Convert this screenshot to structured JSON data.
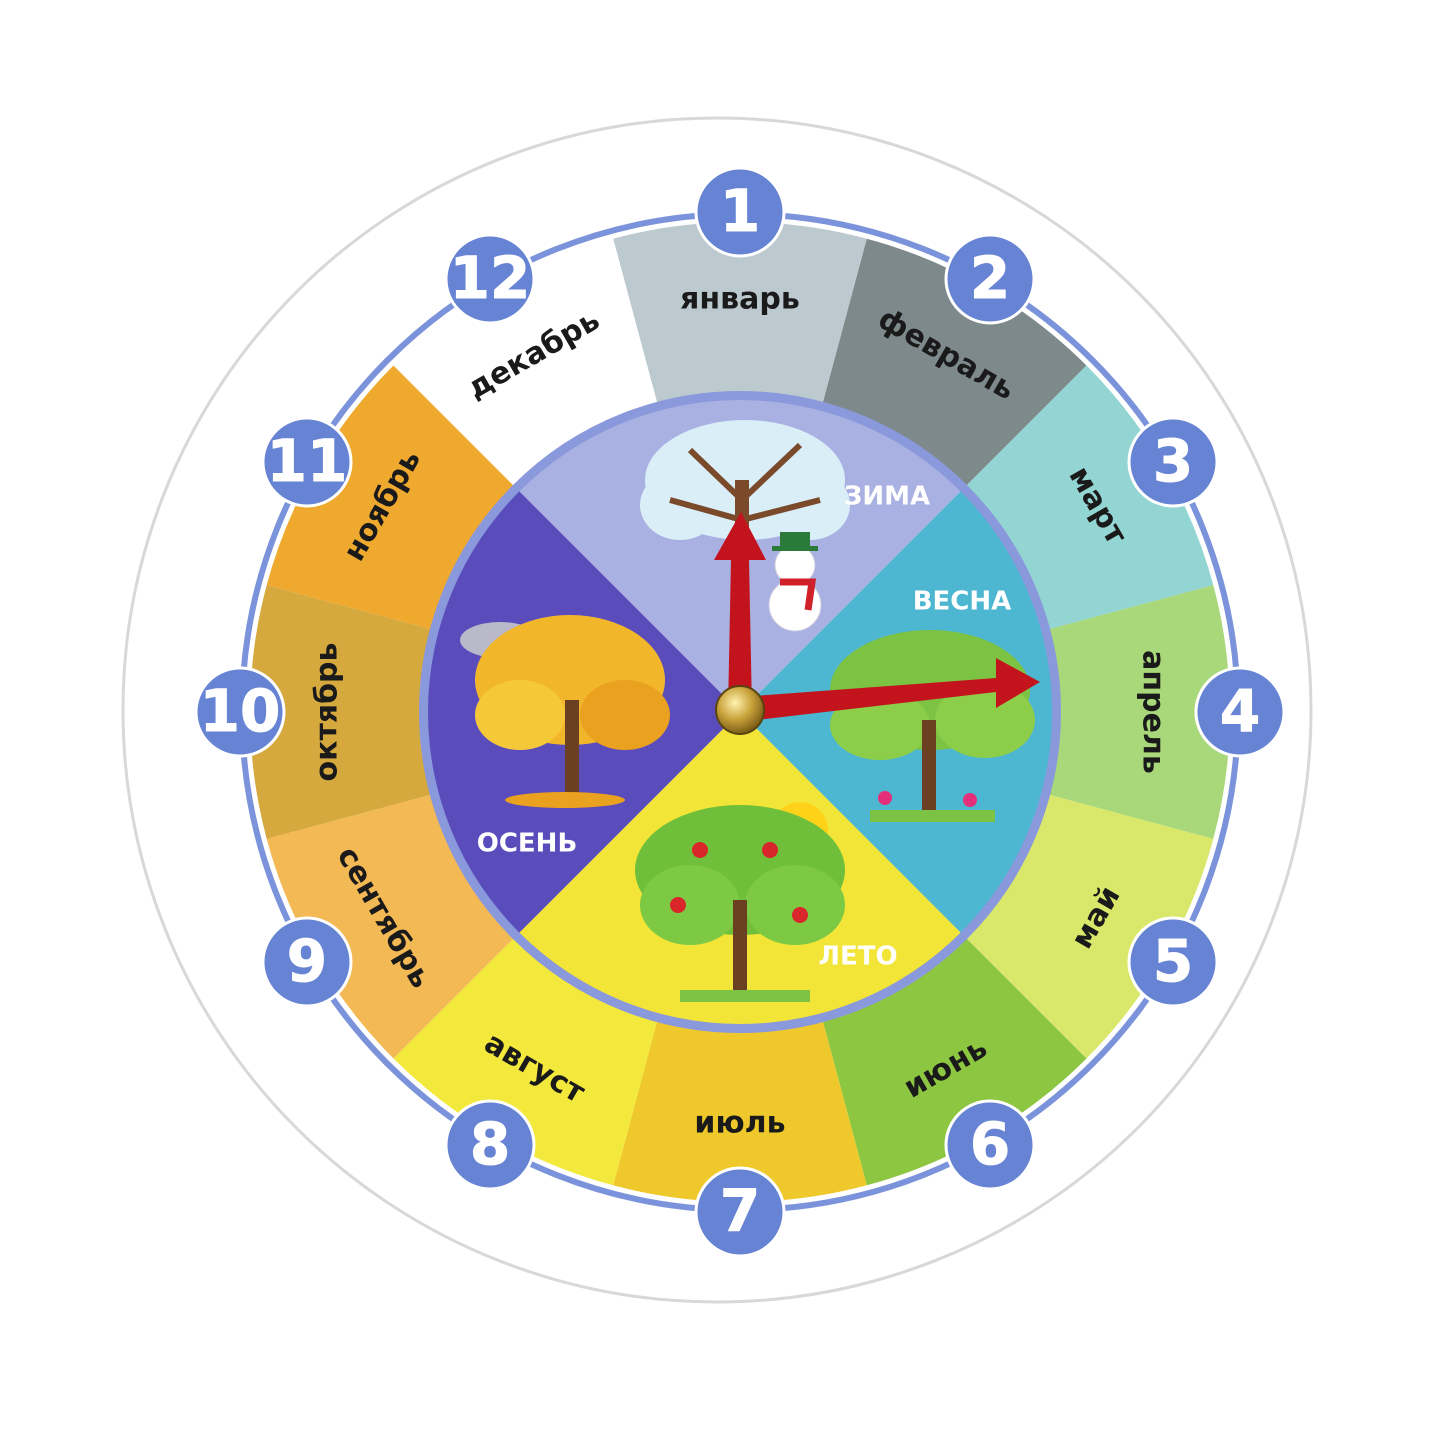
{
  "months": [
    {
      "label": "январь",
      "color": "#bccacf"
    },
    {
      "label": "февраль",
      "color": "#7e898b"
    },
    {
      "label": "март",
      "color": "#93d5d2"
    },
    {
      "label": "апрель",
      "color": "#a9d87a"
    },
    {
      "label": "май",
      "color": "#d9e86a"
    },
    {
      "label": "июнь",
      "color": "#8dc641"
    },
    {
      "label": "июль",
      "color": "#efc92c"
    },
    {
      "label": "август",
      "color": "#f3e83c"
    },
    {
      "label": "сентябрь",
      "color": "#f3b955"
    },
    {
      "label": "октябрь",
      "color": "#d6a93f"
    },
    {
      "label": "ноябрь",
      "color": "#efa92e"
    },
    {
      "label": "декабрь",
      "color": "#ffffff"
    }
  ],
  "numbers": [
    "1",
    "2",
    "3",
    "4",
    "5",
    "6",
    "7",
    "8",
    "9",
    "10",
    "11",
    "12"
  ],
  "seasons": [
    {
      "label": "ЗИМА",
      "color": "#a9b0e2"
    },
    {
      "label": "ВЕСНА",
      "color": "#4db6d1"
    },
    {
      "label": "ЛЕТО",
      "color": "#f2e538"
    },
    {
      "label": "ОСЕНЬ",
      "color": "#5b4cbc"
    }
  ],
  "colors": {
    "ring": "#7b93db",
    "number_fill": "#6683d4",
    "hand": "#c3141d",
    "season_border": "#8a98dc"
  }
}
